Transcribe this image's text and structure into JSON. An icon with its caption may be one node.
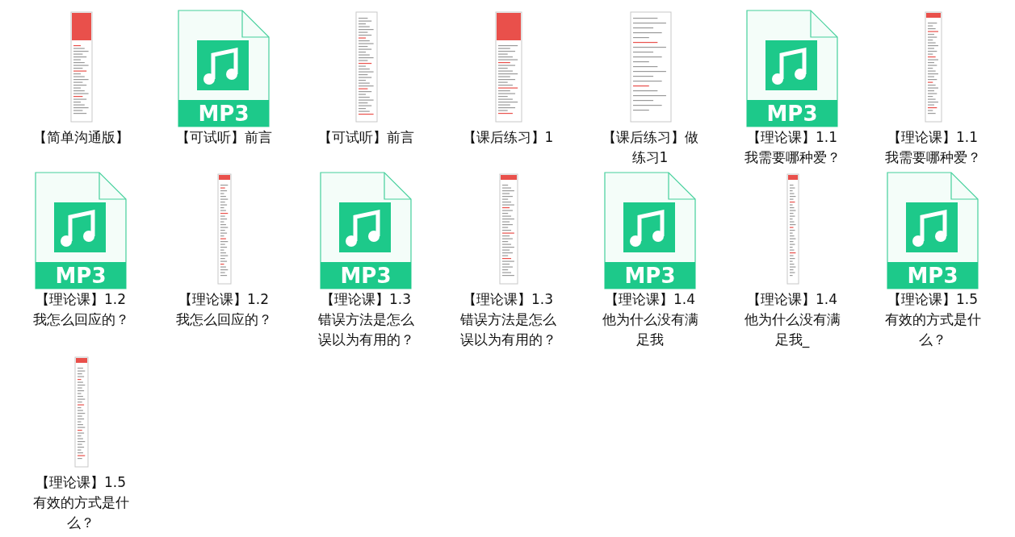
{
  "diagram": {
    "nodes": [
      {
        "text": [
          "【简单沟通版】"
        ]
      },
      {
        "text": [
          "MP3",
          "【可试听】前言"
        ]
      },
      {
        "text": [
          "【可试听】前言"
        ]
      },
      {
        "text": [
          "【课后练习】1"
        ]
      },
      {
        "text": [
          "【课后练习】做练习1"
        ]
      },
      {
        "text": [
          "MP3",
          "【理论课】1.1我需要哪种爱？"
        ]
      },
      {
        "text": [
          "【理论课】1.1我需要哪种爱？"
        ]
      },
      {
        "text": [
          "MP3",
          "【理论课】1.2我怎么回应的？"
        ]
      },
      {
        "text": [
          "【理论课】1.2我怎么回应的？"
        ]
      },
      {
        "text": [
          "MP3",
          "【理论课】1.3错误方法是怎么误以为有用的？"
        ]
      },
      {
        "text": [
          "【理论课】1.3错误方法是怎么误以为有用的？"
        ]
      },
      {
        "text": [
          "MP3",
          "【理论课】1.4他为什么没有满足我"
        ]
      },
      {
        "text": [
          "【理论课】1.4他为什么没有满足我_"
        ]
      },
      {
        "text": [
          "MP3",
          "【理论课】1.5有效的方式是什么？"
        ]
      },
      {
        "text": [
          "【理论课】1.5有效的方式是什么？"
        ]
      }
    ]
  }
}
